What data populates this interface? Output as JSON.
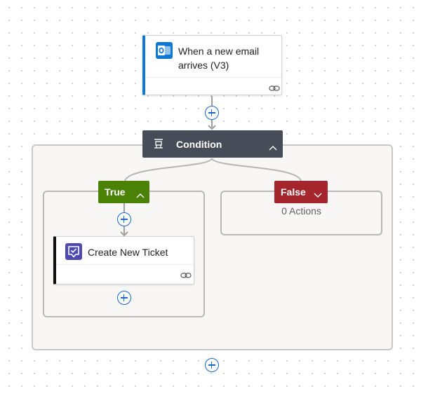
{
  "trigger": {
    "title": "When a new email arrives (V3)",
    "icon": "outlook-icon",
    "accent_color": "#0f78d4"
  },
  "condition": {
    "label": "Condition",
    "icon": "condition-icon",
    "header_color": "#464d58",
    "branches": {
      "true": {
        "label": "True",
        "color": "#498205"
      },
      "false": {
        "label": "False",
        "color": "#a4262c",
        "empty_text": "0 Actions"
      }
    }
  },
  "actions": [
    {
      "title": "Create New Ticket",
      "icon": "ticket-icon",
      "accent_color": "#111111"
    }
  ],
  "link_icon": "link-icon",
  "add_icon": "plus-icon"
}
